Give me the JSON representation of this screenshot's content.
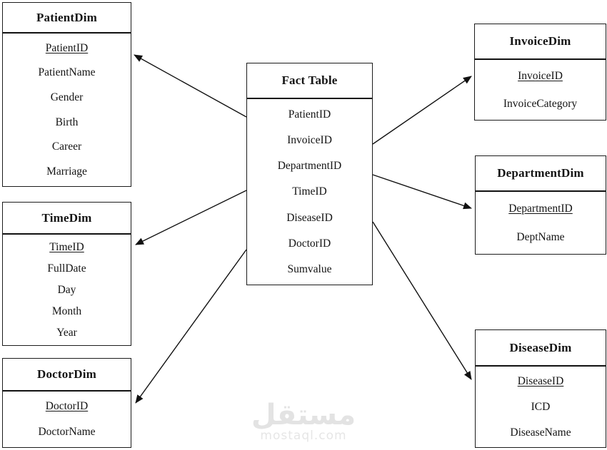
{
  "tables": {
    "patient": {
      "title": "PatientDim",
      "fields": [
        {
          "name": "PatientID",
          "key": true
        },
        {
          "name": "PatientName"
        },
        {
          "name": "Gender"
        },
        {
          "name": "Birth"
        },
        {
          "name": "Career"
        },
        {
          "name": "Marriage"
        }
      ]
    },
    "time": {
      "title": "TimeDim",
      "fields": [
        {
          "name": "TimeID",
          "key": true
        },
        {
          "name": "FullDate"
        },
        {
          "name": "Day"
        },
        {
          "name": "Month"
        },
        {
          "name": "Year"
        }
      ]
    },
    "doctor": {
      "title": "DoctorDim",
      "fields": [
        {
          "name": "DoctorID",
          "key": true
        },
        {
          "name": "DoctorName"
        }
      ]
    },
    "fact": {
      "title": "Fact Table",
      "fields": [
        {
          "name": "PatientID"
        },
        {
          "name": "InvoiceID"
        },
        {
          "name": "DepartmentID"
        },
        {
          "name": "TimeID"
        },
        {
          "name": "DiseaseID"
        },
        {
          "name": "DoctorID"
        },
        {
          "name": "Sumvalue"
        }
      ]
    },
    "invoice": {
      "title": "InvoiceDim",
      "fields": [
        {
          "name": "InvoiceID",
          "key": true
        },
        {
          "name": "InvoiceCategory"
        }
      ]
    },
    "department": {
      "title": "DepartmentDim",
      "fields": [
        {
          "name": "DepartmentID",
          "key": true
        },
        {
          "name": "DeptName"
        }
      ]
    },
    "disease": {
      "title": "DiseaseDim",
      "fields": [
        {
          "name": "DiseaseID",
          "key": true
        },
        {
          "name": "ICD"
        },
        {
          "name": "DiseaseName"
        }
      ]
    }
  },
  "relationships": [
    {
      "from": "Fact Table",
      "to": "PatientDim"
    },
    {
      "from": "Fact Table",
      "to": "TimeDim"
    },
    {
      "from": "Fact Table",
      "to": "DoctorDim"
    },
    {
      "from": "Fact Table",
      "to": "InvoiceDim"
    },
    {
      "from": "Fact Table",
      "to": "DepartmentDim"
    },
    {
      "from": "Fact Table",
      "to": "DiseaseDim"
    }
  ],
  "watermark": {
    "logo_text": "مستقل",
    "domain": "mostaql.com"
  },
  "colors": {
    "line": "#111111",
    "border": "#1c1c1c",
    "text": "#141414",
    "watermark": "#e3e3e3",
    "background": "#ffffff"
  }
}
